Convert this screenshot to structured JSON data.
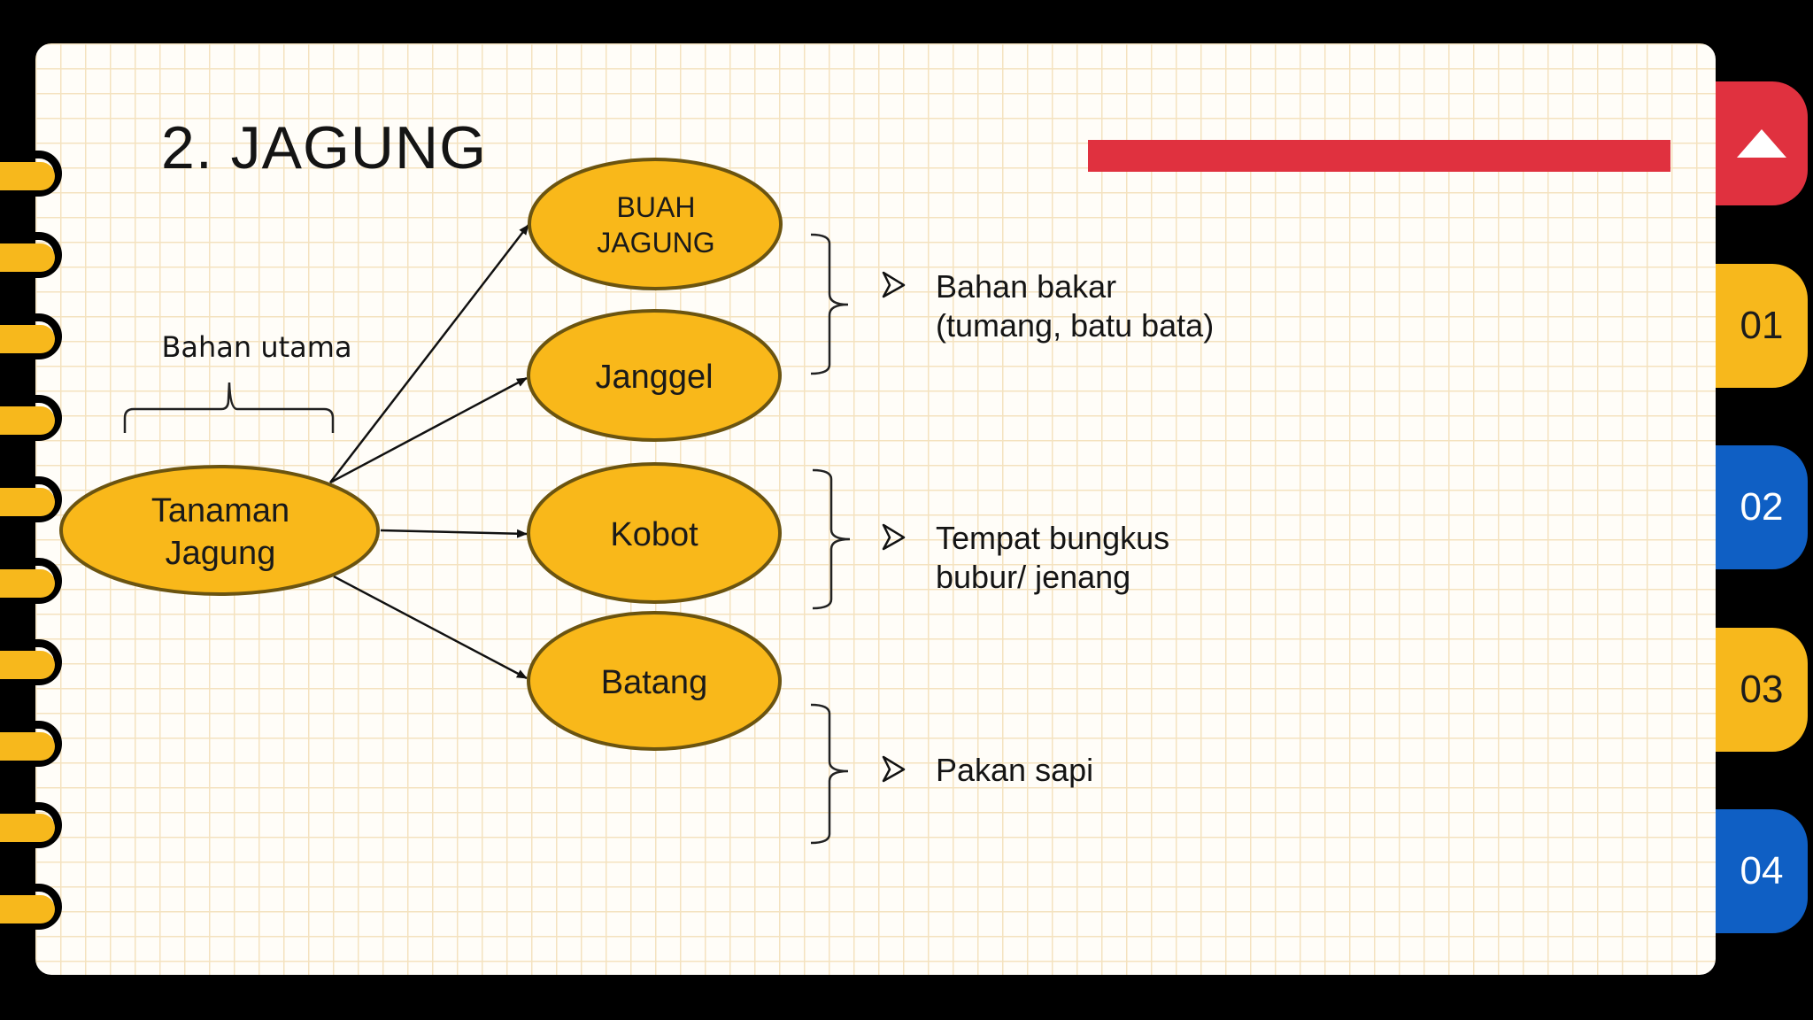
{
  "slide": {
    "title": "2. JAGUNG"
  },
  "nav_tabs": [
    {
      "label": "",
      "icon": "triangle-up-icon",
      "color": "#e0313f"
    },
    {
      "label": "01",
      "color": "#f7b81c"
    },
    {
      "label": "02",
      "color": "#0f5fc4"
    },
    {
      "label": "03",
      "color": "#f7b81c"
    },
    {
      "label": "04",
      "color": "#0f5fc4"
    }
  ],
  "diagram": {
    "root": {
      "line1": "Tanaman",
      "line2": "Jagung"
    },
    "root_annotation": "Bahan utama",
    "nodes": [
      {
        "line1": "BUAH",
        "line2": "JAGUNG"
      },
      {
        "line1": "Janggel"
      },
      {
        "line1": "Kobot"
      },
      {
        "line1": "Batang"
      }
    ],
    "uses": [
      {
        "line1": "Bahan bakar",
        "line2": "(tumang, batu bata)"
      },
      {
        "line1": "Tempat bungkus",
        "line2": "bubur/ jenang"
      },
      {
        "line1": "Pakan sapi"
      }
    ],
    "bullet_icon": "arrowhead-bullet-icon",
    "colors": {
      "node_fill": "#f9b81a",
      "node_stroke": "#6b5410",
      "accent_red": "#e0313f"
    }
  }
}
